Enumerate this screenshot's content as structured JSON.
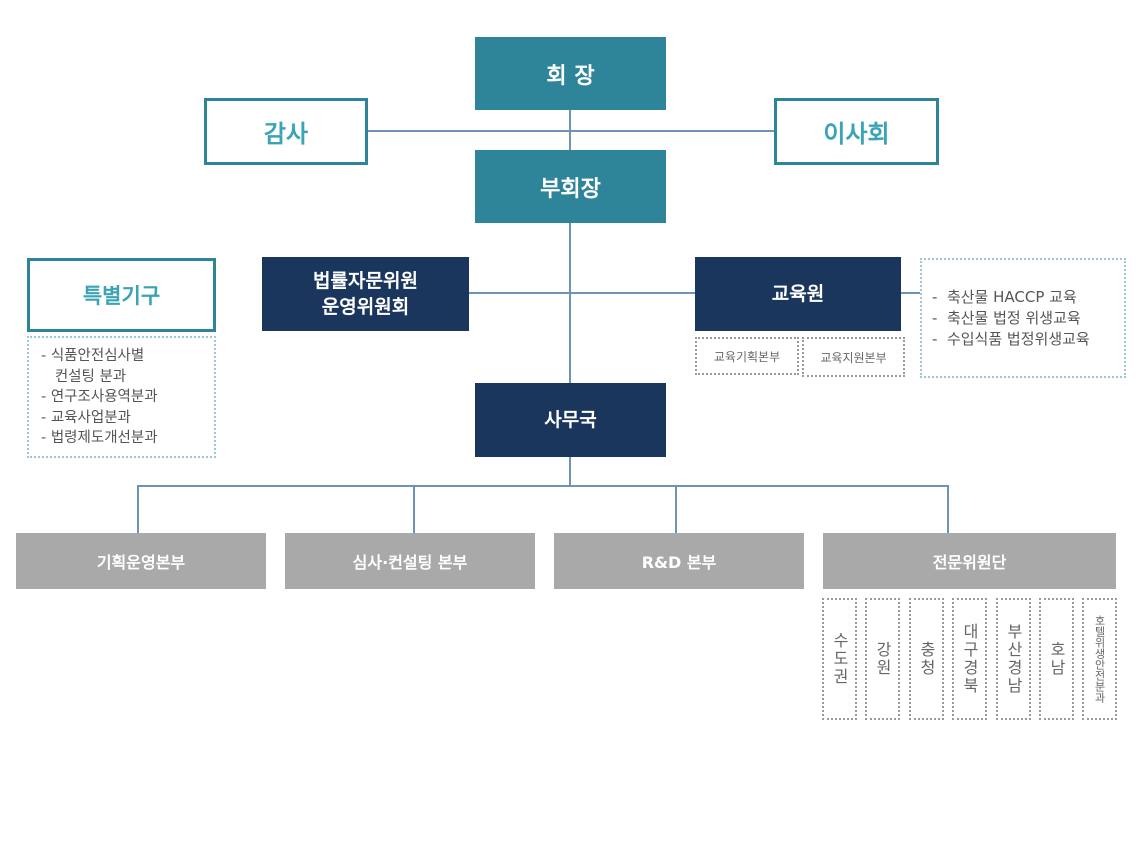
{
  "chairman": "회 장",
  "auditor": "감사",
  "board": "이사회",
  "vice_chairman": "부회장",
  "legal_committee": [
    "법률자문위원",
    "운영위원회"
  ],
  "education": {
    "title": "교육원",
    "subunits": [
      "교육기획본부",
      "교육지원본부"
    ],
    "programs": [
      "-  축산물 HACCP 교육",
      "-  축산물 법정 위생교육",
      "-  수입식품 법정위생교육"
    ]
  },
  "special": {
    "title": "특별기구",
    "items": [
      "- 식품안전심사별",
      "   컨설팅 분과",
      "- 연구조사용역분과",
      "- 교육사업분과",
      "- 법령제도개선분과"
    ]
  },
  "secretariat": "사무국",
  "divisions": [
    "기획운영본부",
    "심사·컨설팅 본부",
    "R&D 본부",
    "전문위원단"
  ],
  "regions": [
    "수도권",
    "강원",
    "충청",
    "대구경북",
    "부산경남",
    "호남",
    "호텔위생안전분과"
  ],
  "colors": {
    "teal": "#2e8499",
    "navy": "#1b365d",
    "gray": "#a9a9a9"
  }
}
